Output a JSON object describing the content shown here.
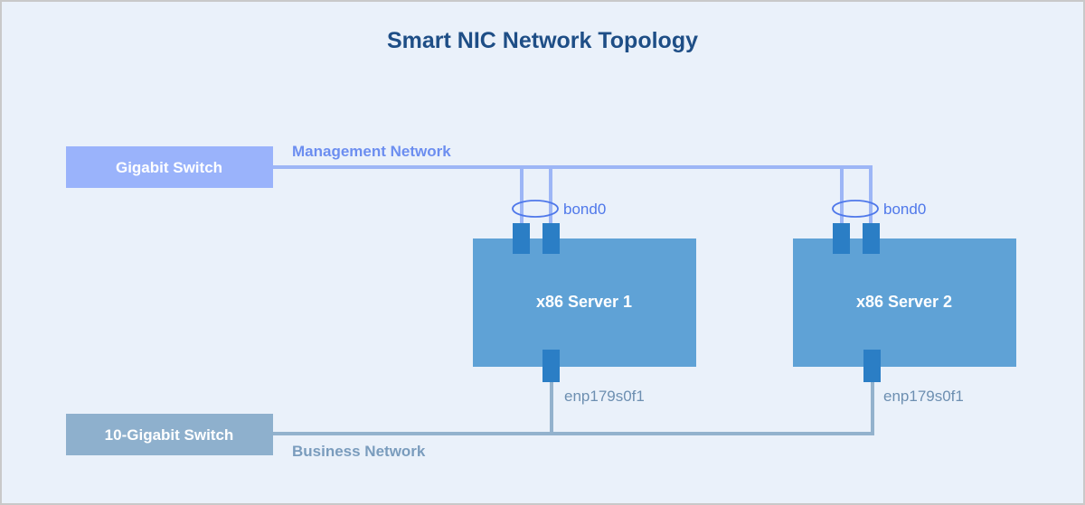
{
  "title": "Smart NIC Network Topology",
  "switches": {
    "gigabit": "Gigabit Switch",
    "ten_gigabit": "10-Gigabit Switch"
  },
  "networks": {
    "management": "Management Network",
    "business": "Business Network"
  },
  "servers": [
    {
      "name": "x86 Server 1",
      "bond": "bond0",
      "interface": "enp179s0f1"
    },
    {
      "name": "x86 Server 2",
      "bond": "bond0",
      "interface": "enp179s0f1"
    }
  ],
  "colors": {
    "background": "#eaf1fa",
    "gigabit_switch": "#9ab3fb",
    "ten_gigabit_switch": "#8eb0cd",
    "server": "#5fa2d6",
    "port": "#2b7ec5",
    "management_line": "#9db6f6",
    "business_line": "#93b2cd"
  }
}
